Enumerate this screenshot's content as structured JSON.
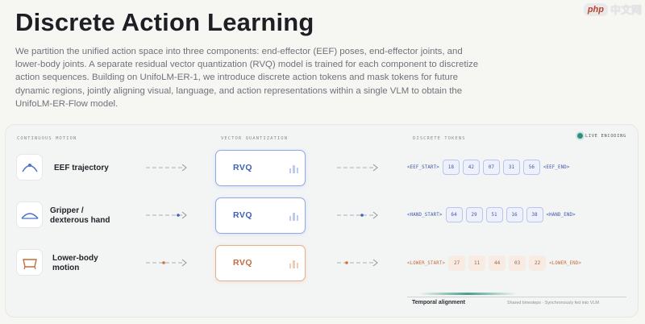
{
  "title": "Discrete Action Learning",
  "intro": "We partition the unified action space into three components: end-effector (EEF) poses, end-effector joints, and lower-body joints. A separate residual vector quantization (RVQ) model is trained for each component to discretize action sequences. Building on UnifoLM-ER-1, we introduce discrete action tokens and mask tokens for future dynamic regions, jointly aligning visual, language, and action representations within a single VLM to obtain the UnifoLM-ER-Flow model.",
  "watermark": {
    "logo": "php",
    "text": "中文网"
  },
  "columns": {
    "continuous": "CONTINUOUS MOTION",
    "vq": "VECTOR QUANTIZATION",
    "tokens": "DISCRETE TOKENS"
  },
  "live_label": "LIVE ENCODING",
  "rows": [
    {
      "label_lines": [
        "EEF trajectory"
      ],
      "icon": "eef-trajectory-icon",
      "rvq": "RVQ",
      "start_tag": "<EEF_START>",
      "tokens": [
        "18",
        "42",
        "07",
        "31",
        "56"
      ],
      "end_tag": "<EEF_END>"
    },
    {
      "label_lines": [
        "Gripper /",
        "dexterous hand"
      ],
      "icon": "gripper-icon",
      "rvq": "RVQ",
      "start_tag": "<HAND_START>",
      "tokens": [
        "64",
        "29",
        "51",
        "16",
        "38"
      ],
      "end_tag": "<HAND_END>"
    },
    {
      "label_lines": [
        "Lower-body",
        "motion"
      ],
      "icon": "lower-body-icon",
      "rvq": "RVQ",
      "start_tag": "<LOWER_START>",
      "tokens": [
        "27",
        "11",
        "44",
        "03",
        "22"
      ],
      "end_tag": "<LOWER_END>"
    }
  ],
  "axis": {
    "label": "Temporal alignment",
    "note": "Shared timesteps · Synchronously fed into VLM"
  },
  "colors": {
    "blue_accent": "#3f5fb8",
    "orange_accent": "#c26d3d",
    "live_dot": "#2f8f7f"
  }
}
